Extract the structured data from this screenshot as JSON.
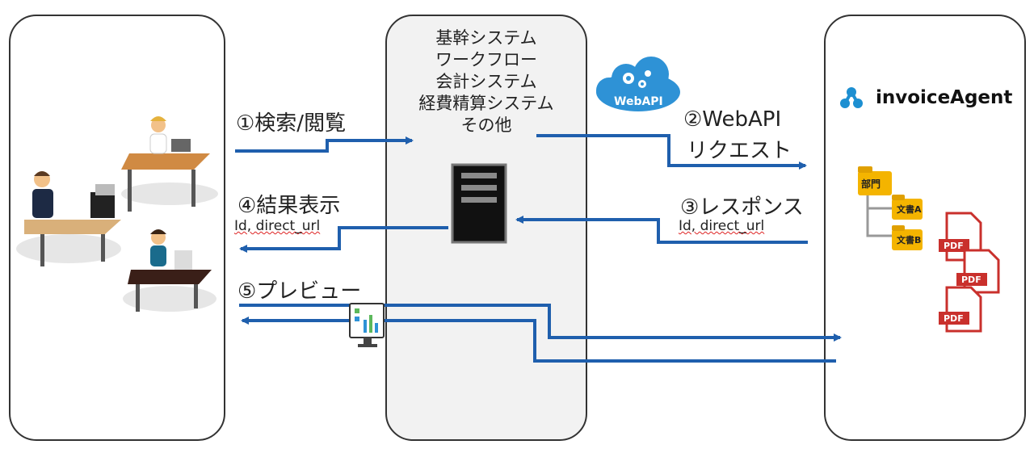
{
  "system_list": [
    "基幹システム",
    "ワークフロー",
    "会計システム",
    "経費精算システム",
    "その他"
  ],
  "steps": {
    "search": "①検索/閲覧",
    "webapi_request_1": "②WebAPI",
    "webapi_request_2": "リクエスト",
    "response": "③レスポンス",
    "result": "④結果表示",
    "preview": "⑤プレビュー"
  },
  "params": {
    "left": "Id, direct_url",
    "right": "Id, direct_url"
  },
  "cloud_label": "WebAPI",
  "brand": "invoiceAgent",
  "folders": {
    "root": "部門",
    "a": "文書A",
    "b": "文書B"
  },
  "pdf_label": "PDF",
  "colors": {
    "arrow": "#1f5fad",
    "cloud": "#2e92d6",
    "folder": "#f4b400",
    "pdf": "#c9302c",
    "panel_fill": "#f2f2f2"
  }
}
